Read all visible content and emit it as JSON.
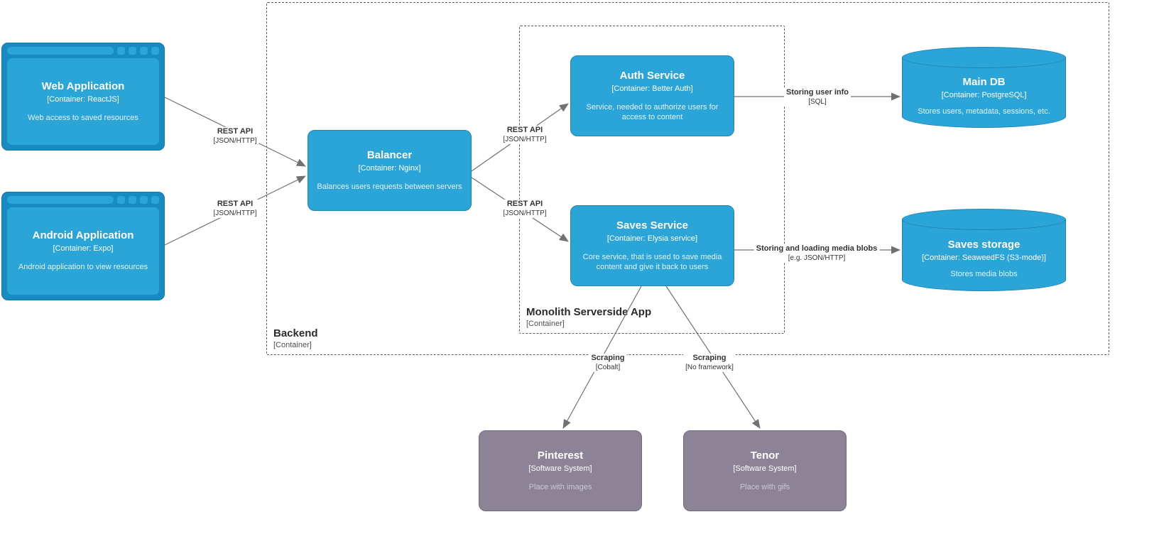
{
  "nodes": {
    "web_app": {
      "title": "Web Application",
      "subtitle": "[Container: ReactJS]",
      "description": "Web access to saved resources"
    },
    "android_app": {
      "title": "Android Application",
      "subtitle": "[Container: Expo]",
      "description": "Android application to view resources"
    },
    "balancer": {
      "title": "Balancer",
      "subtitle": "[Container: Nginx]",
      "description": "Balances users requests between servers"
    },
    "auth_service": {
      "title": "Auth Service",
      "subtitle": "[Container: Better Auth]",
      "description": "Service, needed to authorize users for access to content"
    },
    "saves_service": {
      "title": "Saves Service",
      "subtitle": "[Container: Elysia service]",
      "description": "Core service, that is used to save media content and give it back to users"
    },
    "main_db": {
      "title": "Main DB",
      "subtitle": "[Container: PostgreSQL]",
      "description": "Stores users, metadata, sessions, etc."
    },
    "saves_storage": {
      "title": "Saves storage",
      "subtitle": "[Container: SeaweedFS (S3-mode)]",
      "description": "Stores media blobs"
    },
    "pinterest": {
      "title": "Pinterest",
      "subtitle": "[Software System]",
      "description": "Place with images"
    },
    "tenor": {
      "title": "Tenor",
      "subtitle": "[Software System]",
      "description": "Place with gifs"
    }
  },
  "groups": {
    "backend": {
      "title": "Backend",
      "subtitle": "[Container]"
    },
    "monolith": {
      "title": "Monolith Serverside App",
      "subtitle": "[Container]"
    }
  },
  "edges": {
    "web_to_balancer": {
      "label": "REST API",
      "tech": "[JSON/HTTP]"
    },
    "android_to_balancer": {
      "label": "REST API",
      "tech": "[JSON/HTTP]"
    },
    "balancer_to_auth": {
      "label": "REST API",
      "tech": "[JSON/HTTP]"
    },
    "balancer_to_saves": {
      "label": "REST API",
      "tech": "[JSON/HTTP]"
    },
    "auth_to_maindb": {
      "label": "Storing user info",
      "tech": "[SQL]"
    },
    "saves_to_storage": {
      "label": "Storing and loading media blobs",
      "tech": "[e.g. JSON/HTTP]"
    },
    "saves_to_pinterest": {
      "label": "Scraping",
      "tech": "[Cobalt]"
    },
    "saves_to_tenor": {
      "label": "Scraping",
      "tech": "[No framework]"
    }
  },
  "colors": {
    "container_fill": "#2BA4D8",
    "container_border": "#1E85B5",
    "browser_frame": "#178BC2",
    "browser_frame_border": "#0F78AB",
    "external_fill": "#8C8496",
    "external_border": "#6F6980",
    "arrow": "#717171",
    "group_border": "#5A5A5A",
    "label_text": "#333333"
  }
}
